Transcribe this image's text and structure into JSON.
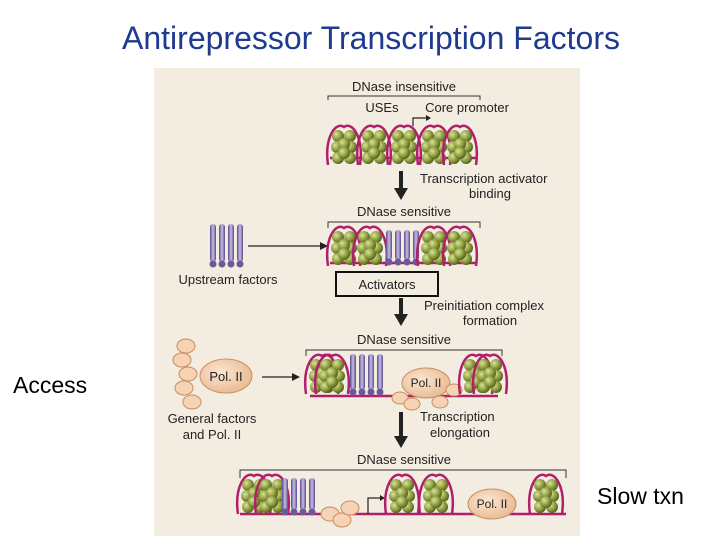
{
  "title": "Antirepressor Transcription Factors",
  "side_labels": {
    "access": "Access",
    "slow": "Slow txn"
  },
  "diagram": {
    "dnase_insensitive": "DNase insensitive",
    "uses": "USEs",
    "core_promoter": "Core promoter",
    "step1": [
      "Transcription activator",
      "binding"
    ],
    "dnase_sensitive": "DNase sensitive",
    "upstream_factors": "Upstream factors",
    "activators": "Activators",
    "step2": [
      "Preinitiation complex",
      "formation"
    ],
    "pol_ii": "Pol. II",
    "general_factors": [
      "General factors",
      "and Pol. II"
    ],
    "step3": [
      "Transcription",
      "elongation"
    ]
  },
  "colors": {
    "title": "#1f3a8f",
    "panel": "#f3ece0",
    "dna": "#b0206a",
    "nucleosome": "#8a9a3a",
    "factor": "#8070a8",
    "pol": "#f2c9a4"
  }
}
